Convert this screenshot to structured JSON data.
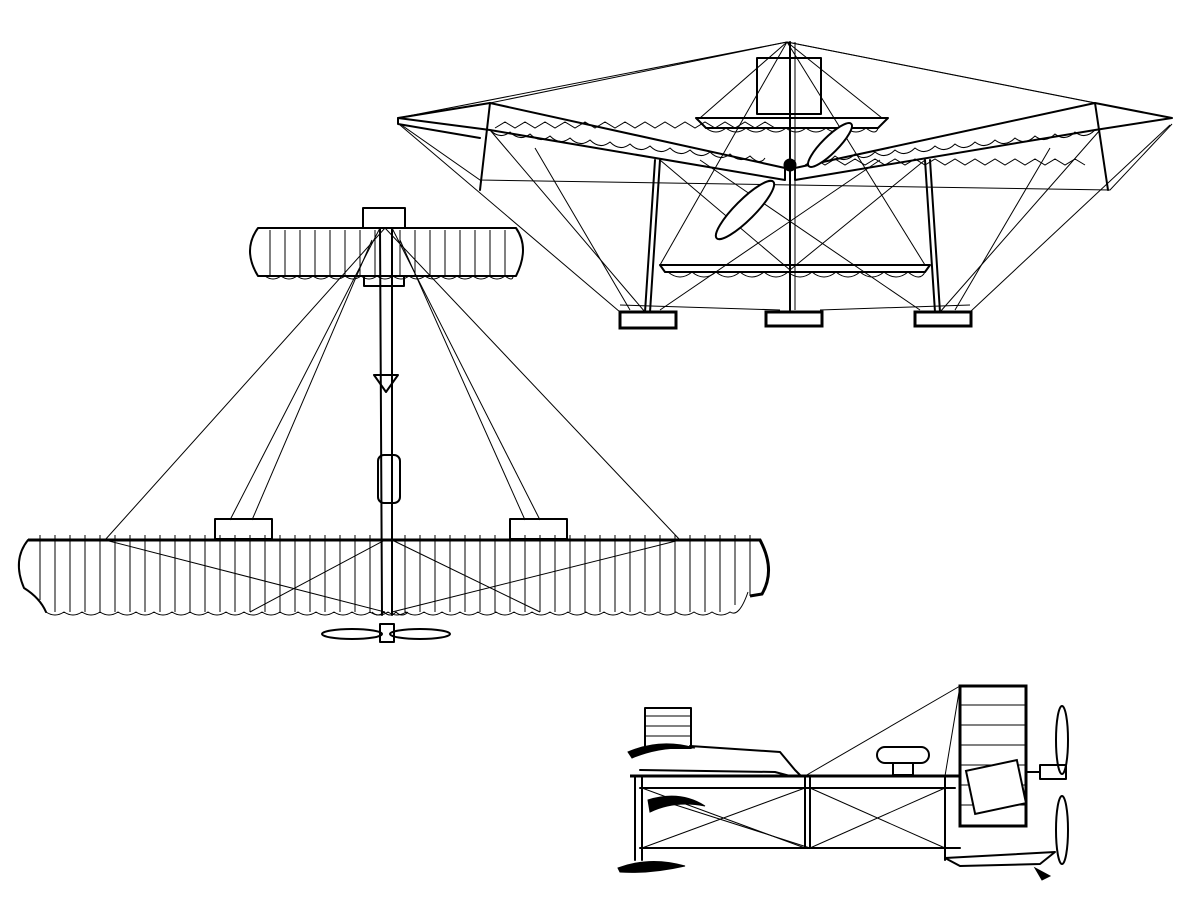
{
  "figure": {
    "views": [
      "front-view",
      "top-view",
      "side-view"
    ],
    "line_color": "#000000",
    "background": "#ffffff"
  }
}
